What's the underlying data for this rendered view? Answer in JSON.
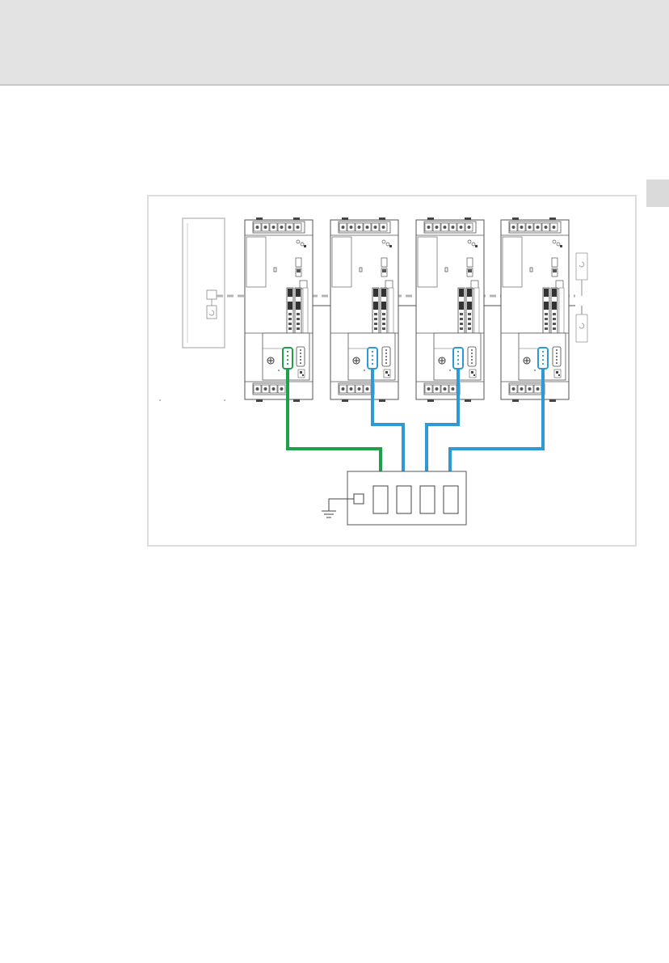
{
  "colors": {
    "header_band": "#e3e3e3",
    "thumb_tab": "#dadada",
    "frame_border": "#dddddd",
    "device_outline": "#555555",
    "cable_green": "#1fa04a",
    "cable_blue": "#2d9ad6",
    "bus_dashed": "#b5b5b5",
    "bus_solid": "#a8a8a8"
  },
  "diagram": {
    "module_count": 4,
    "hub_port_count": 4,
    "cables": [
      {
        "from": "module-1-connector",
        "to": "hub-port-1",
        "color": "cable_green"
      },
      {
        "from": "module-2-connector",
        "to": "hub-port-2",
        "color": "cable_blue"
      },
      {
        "from": "module-3-connector",
        "to": "hub-port-3",
        "color": "cable_blue"
      },
      {
        "from": "module-4-connector",
        "to": "hub-port-4",
        "color": "cable_blue"
      }
    ],
    "icons": [
      "ground-icon",
      "shield-clamp-icon",
      "screw-terminal-icon",
      "sub-d-connector-icon"
    ]
  }
}
